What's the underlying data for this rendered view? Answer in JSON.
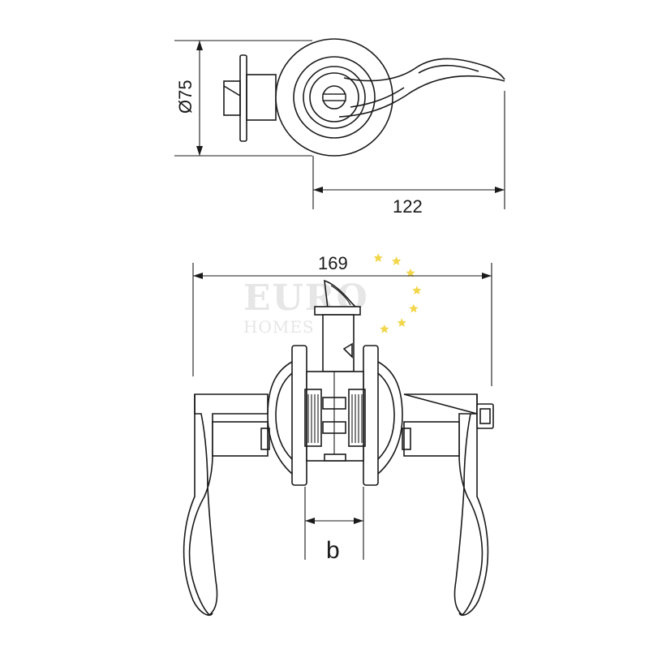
{
  "dimensions": {
    "diameter": "Ø75",
    "lever_length": "122",
    "overall_width": "169",
    "door_thickness": "b"
  },
  "watermark": {
    "line1": "EURO",
    "line2": "HOMES",
    "star_color": "#f2d64b"
  }
}
